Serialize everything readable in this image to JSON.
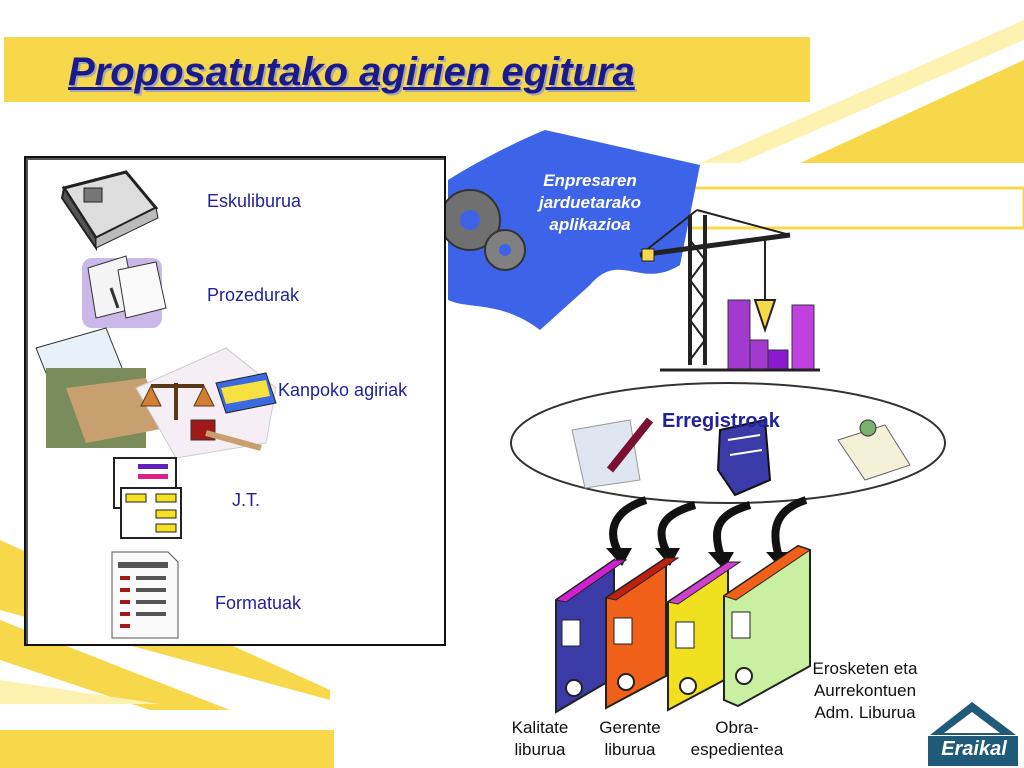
{
  "title": "Proposatutako agirien egitura",
  "documents": [
    {
      "label": "Eskuliburua",
      "icon": "manual-book-icon"
    },
    {
      "label": "Prozedurak",
      "icon": "procedure-papers-icon"
    },
    {
      "label": "Kanpoko agiriak",
      "icon": "legal-scales-icon"
    },
    {
      "label": "J.T.",
      "icon": "flowchart-icon"
    },
    {
      "label": "Formatuak",
      "icon": "form-icon"
    }
  ],
  "application": {
    "line1": "Enpresaren",
    "line2": "jarduetarako",
    "line3": "aplikazioa"
  },
  "records": {
    "label": "Erregistroak"
  },
  "binders": [
    {
      "line1": "Kalitate",
      "line2": "liburua",
      "color": "#3b3ba8"
    },
    {
      "line1": "Gerente",
      "line2": "liburua",
      "color": "#f06018"
    },
    {
      "line1": "Obra-",
      "line2": "espedientea",
      "color": "#f0e020"
    },
    {
      "line1": "Erosketen eta",
      "line2": "Aurrekontuen",
      "line3": "Adm. Liburua",
      "color": "#c8f0a0"
    }
  ],
  "logo": {
    "text": "Eraikal"
  },
  "colors": {
    "accent_yellow": "#f7d84a",
    "title_blue": "#1a1a8c",
    "banner_blue": "#3d63e8"
  }
}
